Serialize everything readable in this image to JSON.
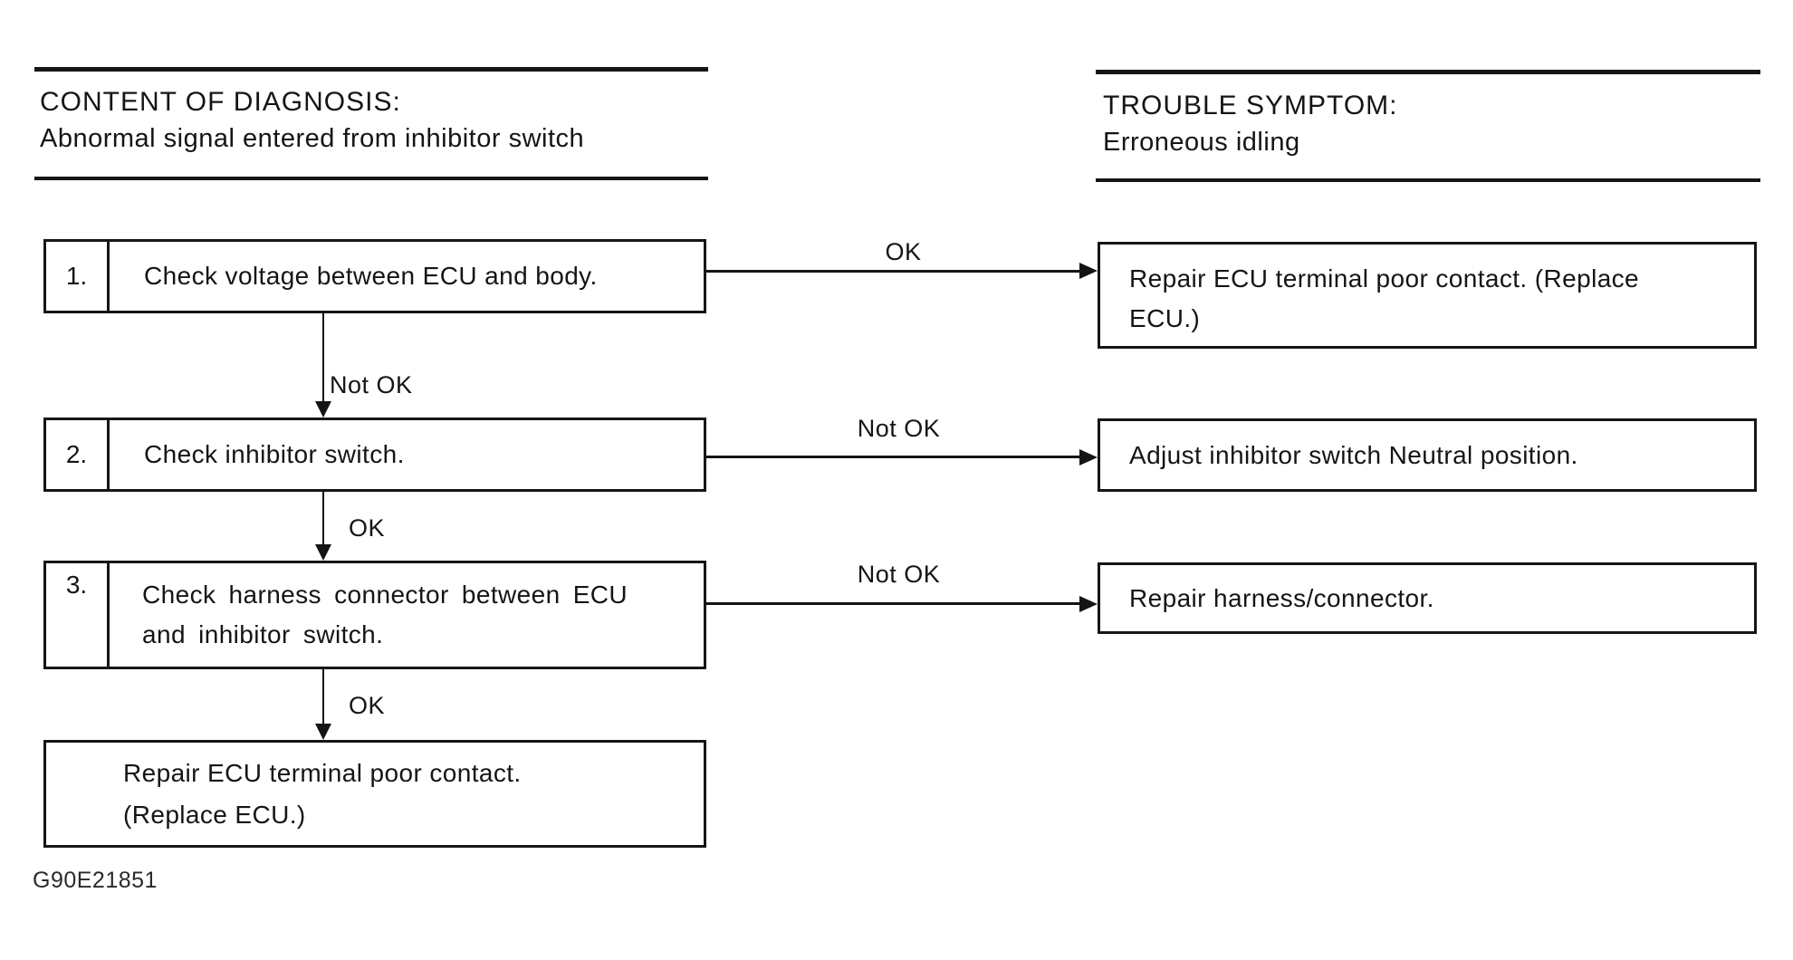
{
  "page": {
    "background": "#ffffff",
    "ink_color": "#151515",
    "figure_id": "G90E21851"
  },
  "headers": {
    "diagnosis": {
      "title": "CONTENT OF DIAGNOSIS:",
      "subtitle": "Abnormal signal entered from inhibitor switch"
    },
    "symptom": {
      "title": "TROUBLE SYMPTOM:",
      "subtitle": "Erroneous idling"
    }
  },
  "flowchart": {
    "steps": [
      {
        "number": "1.",
        "check_lines": [
          "Check voltage between ECU and body."
        ],
        "branch_label": "OK",
        "result_lines": [
          "Repair ECU terminal poor contact. (Replace",
          "ECU.)"
        ],
        "down_label": "Not OK"
      },
      {
        "number": "2.",
        "check_lines": [
          "Check inhibitor switch."
        ],
        "branch_label": "Not OK",
        "result_lines": [
          "Adjust inhibitor switch Neutral position."
        ],
        "down_label": "OK"
      },
      {
        "number": "3.",
        "check_lines": [
          "Check harness connector between ECU",
          "and inhibitor switch."
        ],
        "branch_label": "Not OK",
        "result_lines": [
          "Repair harness/connector."
        ],
        "down_label": "OK"
      }
    ],
    "final_lines": [
      "Repair ECU terminal poor contact.",
      "(Replace ECU.)"
    ]
  }
}
